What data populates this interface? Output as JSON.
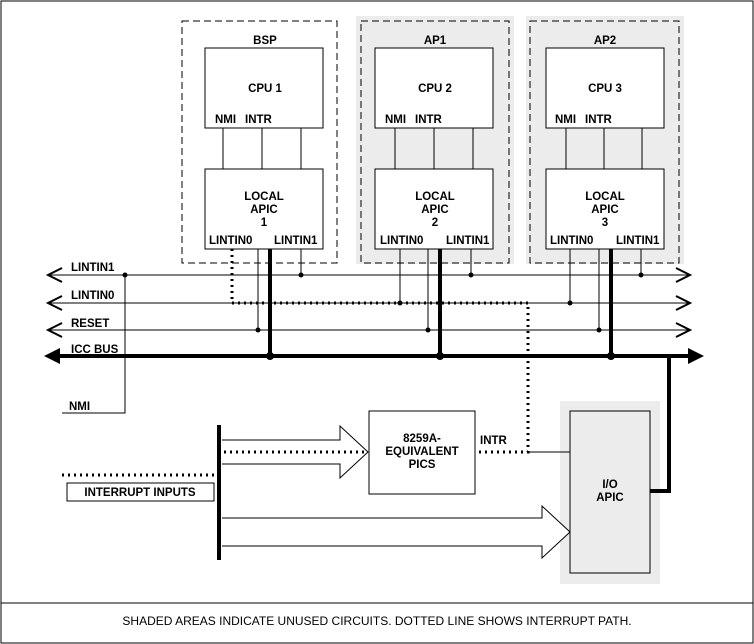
{
  "groups": {
    "bsp": "BSP",
    "ap1": "AP1",
    "ap2": "AP2"
  },
  "cpus": [
    {
      "name": "CPU 1",
      "nmi": "NMI",
      "intr": "INTR",
      "apic_line1": "LOCAL",
      "apic_line2": "APIC",
      "apic_num": "1",
      "lint0": "LINTIN0",
      "lint1": "LINTIN1"
    },
    {
      "name": "CPU 2",
      "nmi": "NMI",
      "intr": "INTR",
      "apic_line1": "LOCAL",
      "apic_line2": "APIC",
      "apic_num": "2",
      "lint0": "LINTIN0",
      "lint1": "LINTIN1"
    },
    {
      "name": "CPU 3",
      "nmi": "NMI",
      "intr": "INTR",
      "apic_line1": "LOCAL",
      "apic_line2": "APIC",
      "apic_num": "3",
      "lint0": "LINTIN0",
      "lint1": "LINTIN1"
    }
  ],
  "buses": {
    "lintin1": "LINTIN1",
    "lintin0": "LINTIN0",
    "reset": "RESET",
    "icc": "ICC BUS"
  },
  "nmi_label": "NMI",
  "pic": {
    "line1": "8259A-",
    "line2": "EQUIVALENT",
    "line3": "PICS",
    "intr": "INTR"
  },
  "ioapic": {
    "line1": "I/O",
    "line2": "APIC"
  },
  "interrupt_inputs": "INTERRUPT INPUTS",
  "caption": "SHADED AREAS INDICATE UNUSED CIRCUITS.  DOTTED LINE SHOWS INTERRUPT PATH.",
  "colors": {
    "shade": "#ececec",
    "line": "#000000"
  }
}
